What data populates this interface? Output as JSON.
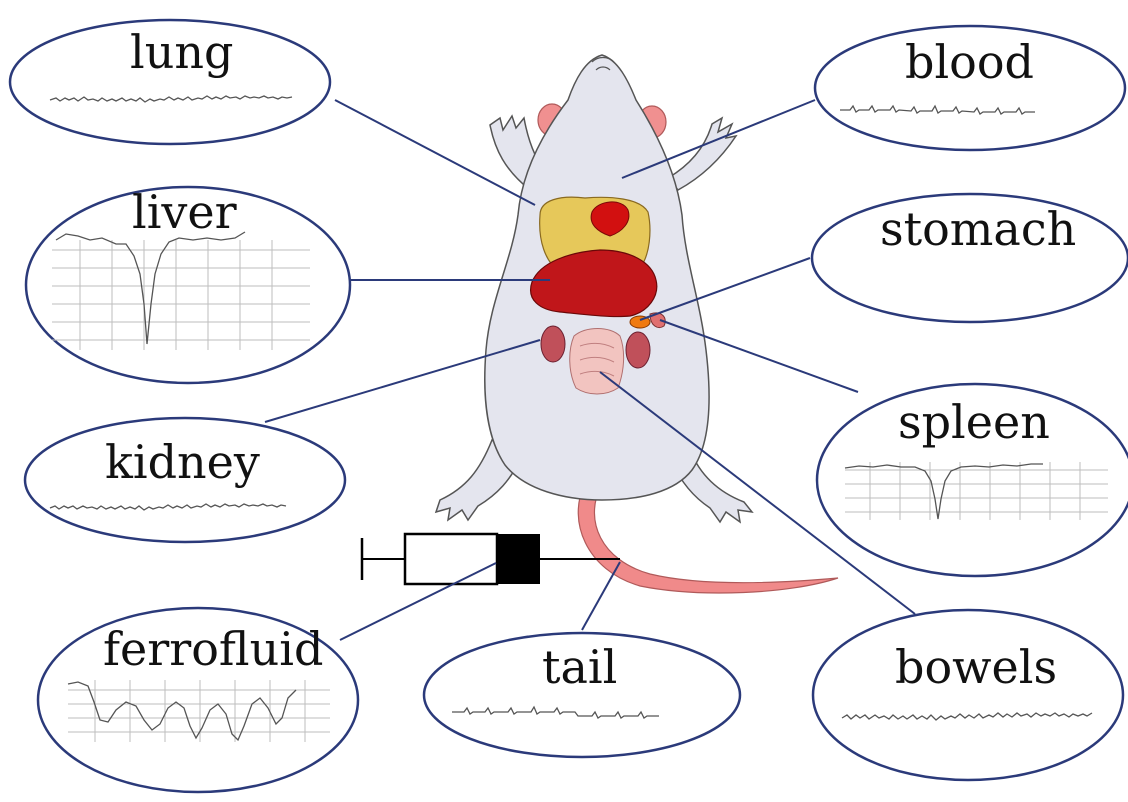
{
  "labels": {
    "lung": "lung",
    "blood": "blood",
    "liver": "liver",
    "stomach": "stomach",
    "kidney": "kidney",
    "spleen": "spleen",
    "ferrofluid": "ferrofluid",
    "tail": "tail",
    "bowels": "bowels"
  },
  "colors": {
    "ellipse_stroke": "#2b3a7a",
    "leader_line": "#2b3a7a",
    "mouse_body": "#e4e5ee",
    "liver": "#c0161a",
    "lung": "#e6c85a",
    "heart": "#d21010",
    "kidney": "#c0505a",
    "bowels": "#f2c4c0",
    "stomach": "#f07a10",
    "spleen": "#e07070",
    "tail": "#f08a8a",
    "ears": "#f09090"
  },
  "icons": [
    "mouse-anatomy",
    "syringe-icon"
  ]
}
